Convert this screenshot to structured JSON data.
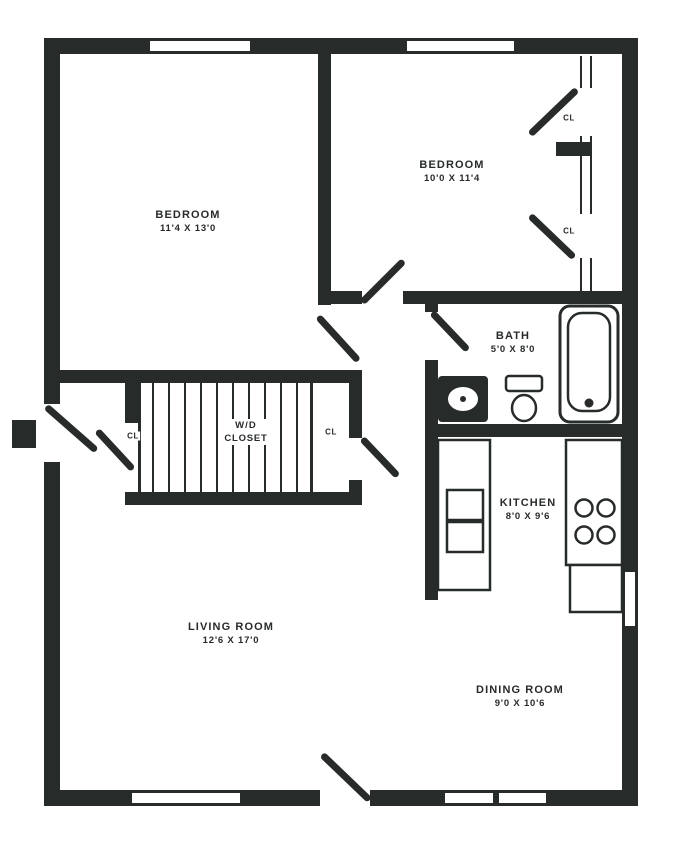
{
  "colors": {
    "wall": "#272b2a",
    "background": "#ffffff"
  },
  "rooms": {
    "bedroom1": {
      "name": "BEDROOM",
      "dims": "11'4 X 13'0"
    },
    "bedroom2": {
      "name": "BEDROOM",
      "dims": "10'0 X 11'4"
    },
    "bath": {
      "name": "BATH",
      "dims": "5'0 X 8'0"
    },
    "kitchen": {
      "name": "KITCHEN",
      "dims": "8'0 X 9'6"
    },
    "living_room": {
      "name": "LIVING ROOM",
      "dims": "12'6 X 17'0"
    },
    "dining_room": {
      "name": "DINING ROOM",
      "dims": "9'0 X 10'6"
    },
    "wd_closet": {
      "name": "W/D",
      "dims": "CLOSET"
    },
    "closet_abbr": "CL"
  },
  "fixtures": [
    "bathtub",
    "toilet",
    "vanity-sink",
    "kitchen-sink",
    "stove",
    "refrigerator",
    "entry-stoop"
  ]
}
